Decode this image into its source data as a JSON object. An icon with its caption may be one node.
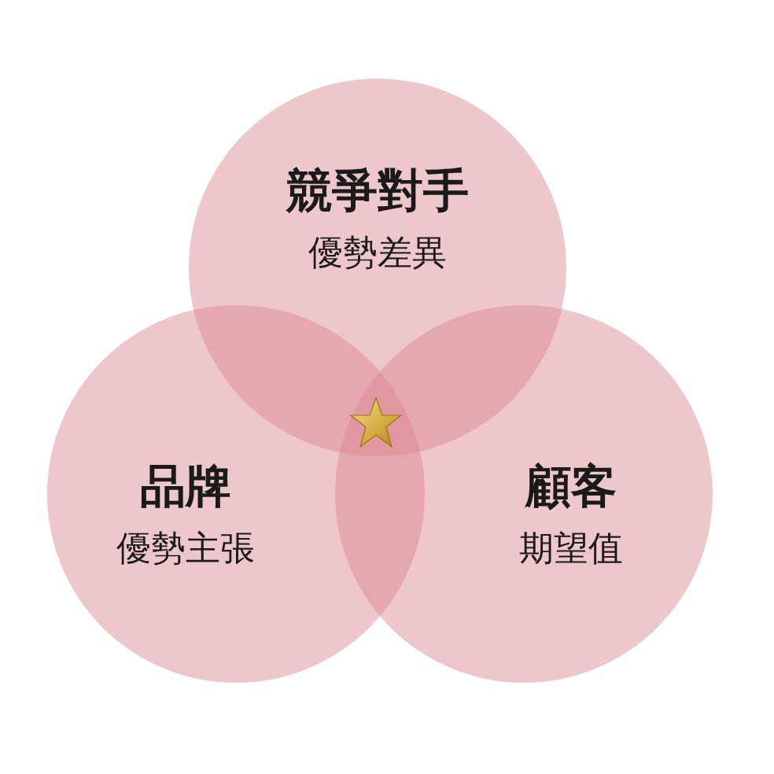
{
  "diagram": {
    "nodes": [
      {
        "text": [
          "競爭對手",
          "優勢差異"
        ]
      },
      {
        "text": [
          "品牌",
          "優勢主張"
        ]
      },
      {
        "text": [
          "顧客",
          "期望值"
        ]
      }
    ]
  }
}
